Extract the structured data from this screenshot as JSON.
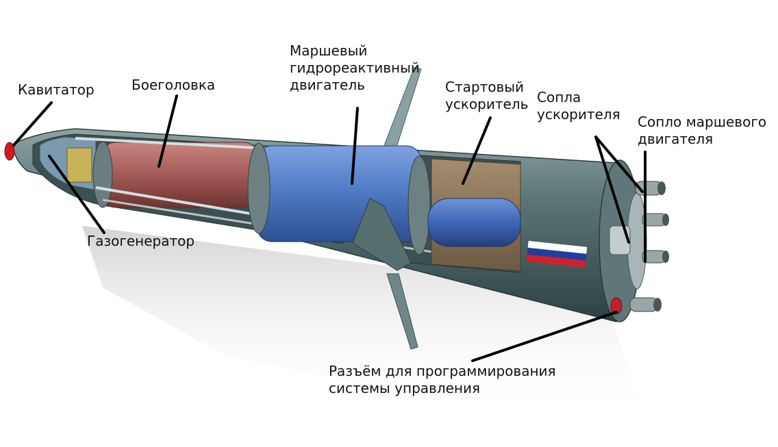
{
  "labels": {
    "cavitator": [
      "Кавитатор"
    ],
    "warhead": [
      "Боеголовка"
    ],
    "gas_generator": [
      "Газогенератор"
    ],
    "sustainer_engine": [
      "Маршевый",
      "гидрореактивный",
      "двигатель"
    ],
    "starting_booster": [
      "Стартовый",
      "ускоритель"
    ],
    "booster_nozzles": [
      "Сопла",
      "ускорителя"
    ],
    "sustainer_nozzle": [
      "Сопло маршевого",
      "двигателя"
    ],
    "programming_connector": [
      "Разъём для программирования",
      "системы управления"
    ]
  },
  "colors": {
    "hull": "#4f6b6c",
    "hull_light": "#7f9697",
    "hull_dark": "#2f4445",
    "warhead": "#a35a56",
    "engine": "#4d79c2",
    "booster_fuel": "#8a7458",
    "booster_tube": "#3f67b8",
    "cavitator": "#d01a22",
    "flag_white": "#ffffff",
    "flag_blue": "#1f3fa0",
    "flag_red": "#d3202a",
    "leader": "#000000"
  }
}
